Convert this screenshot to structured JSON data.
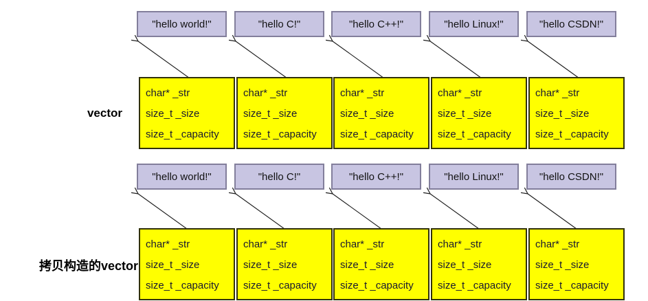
{
  "diagram": {
    "description": "vector of strings deep-structure diagram: original vector and copy-constructed vector, each element struct points to a string literal",
    "colors": {
      "string_box_fill": "#c8c5e2",
      "string_box_border": "#827e9b",
      "struct_box_fill": "#ffff00",
      "struct_box_border": "#31310a",
      "struct_text": "#191930",
      "arrow": "#1a1a1a",
      "label_text": "#000000",
      "background": "#ffffff"
    },
    "rows": [
      {
        "label": "vector",
        "strings": [
          "\"hello world!\"",
          "\"hello C!\"",
          "\"hello C++!\"",
          "\"hello Linux!\"",
          "\"hello CSDN!\""
        ],
        "struct_fields": [
          "char* _str",
          "size_t _size",
          "size_t _capacity"
        ]
      },
      {
        "label": "拷贝构造的vector",
        "strings": [
          "\"hello world!\"",
          "\"hello C!\"",
          "\"hello C++!\"",
          "\"hello Linux!\"",
          "\"hello CSDN!\""
        ],
        "struct_fields": [
          "char* _str",
          "size_t _size",
          "size_t _capacity"
        ]
      }
    ]
  }
}
